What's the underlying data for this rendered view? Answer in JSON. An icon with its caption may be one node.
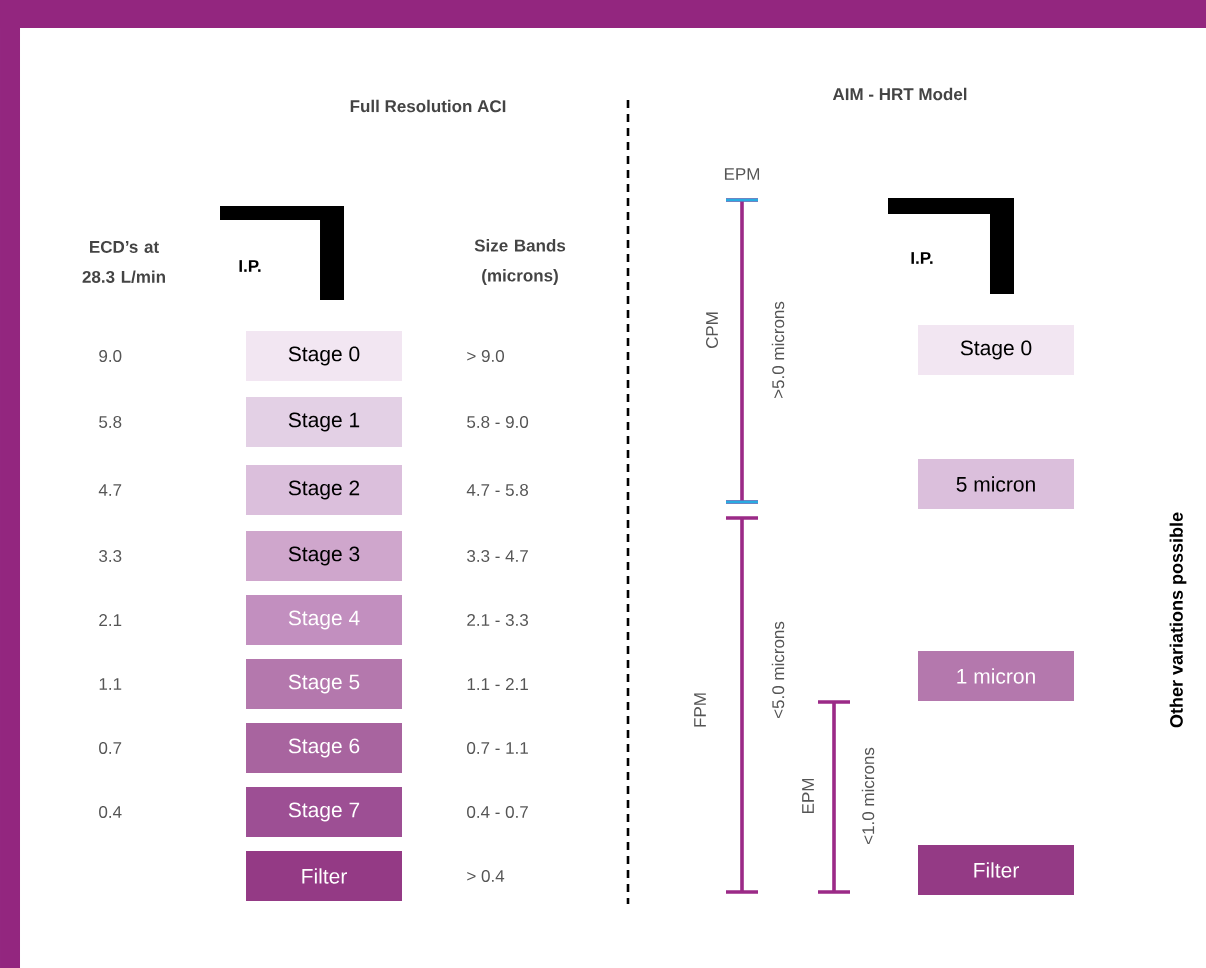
{
  "diagram": {
    "nodes": [
      {
        "text": [
          "Stage 0"
        ]
      },
      {
        "text": [
          "Stage 1"
        ]
      },
      {
        "text": [
          "Stage 2"
        ]
      },
      {
        "text": [
          "Stage 3"
        ]
      },
      {
        "text": [
          "Stage 4"
        ]
      },
      {
        "text": [
          "Stage 5"
        ]
      },
      {
        "text": [
          "Stage 6"
        ]
      },
      {
        "text": [
          "Stage 7"
        ]
      },
      {
        "text": [
          "Filter"
        ]
      },
      {
        "text": [
          "Stage 0"
        ]
      },
      {
        "text": [
          "5 micron"
        ]
      },
      {
        "text": [
          "1 micron"
        ]
      },
      {
        "text": [
          "Filter"
        ]
      }
    ],
    "labels": [
      "Full Resolution ACI",
      "AIM - HRT Model",
      "ECD’s at 28.3 L/min",
      "I.P.",
      "Size Bands (microns)",
      "EPM",
      "I.P.",
      "9.0",
      "> 9.0",
      "5.8",
      "5.8 - 9.0",
      "4.7",
      "4.7 - 5.8",
      "3.3",
      "3.3 - 4.7",
      "2.1",
      "2.1 - 3.3",
      "1.1",
      "1.1 - 2.1",
      "0.7",
      "0.7 - 1.1",
      "0.4",
      "0.4 - 0.7",
      "> 0.4",
      "CPM",
      ">5.0 microns",
      "FPM",
      "<5.0 microns",
      "EPM",
      "<1.0 microns",
      "Other variations possible"
    ]
  }
}
